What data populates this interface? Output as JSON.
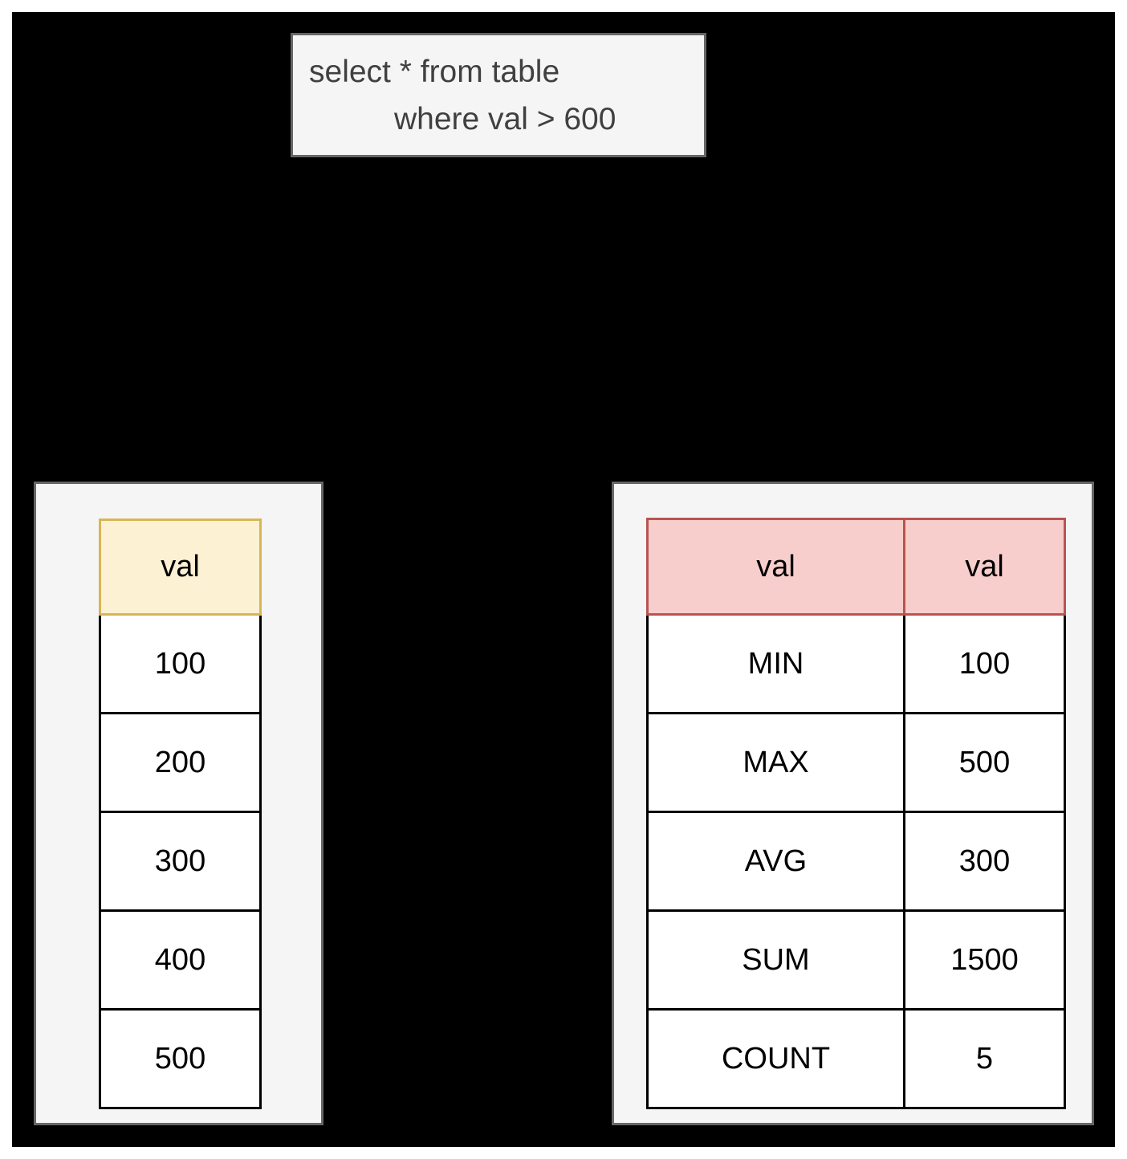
{
  "diagram": {
    "title": "sql-aggregate-diagram",
    "background_color": "#000000",
    "panel_color": "#f5f5f5",
    "panel_border_color": "#666666"
  },
  "query": {
    "name": "sql-query-box",
    "line_1": "select * from table",
    "line_2": "where val > 600",
    "text_color": "#404040",
    "background": "#f5f5f5",
    "border_color": "#666666"
  },
  "source_table": {
    "name": "source-values-table",
    "header_color": "#fdf1d4",
    "header_border_color": "#d6b656",
    "columns": [
      "val"
    ],
    "rows": [
      [
        "100"
      ],
      [
        "200"
      ],
      [
        "300"
      ],
      [
        "400"
      ],
      [
        "500"
      ]
    ]
  },
  "result_table": {
    "name": "aggregate-result-table",
    "header_color": "#f8cecc",
    "header_border_color": "#b85450",
    "columns": [
      "val",
      "val"
    ],
    "rows": [
      [
        "MIN",
        "100"
      ],
      [
        "MAX",
        "500"
      ],
      [
        "AVG",
        "300"
      ],
      [
        "SUM",
        "1500"
      ],
      [
        "COUNT",
        "5"
      ]
    ]
  }
}
